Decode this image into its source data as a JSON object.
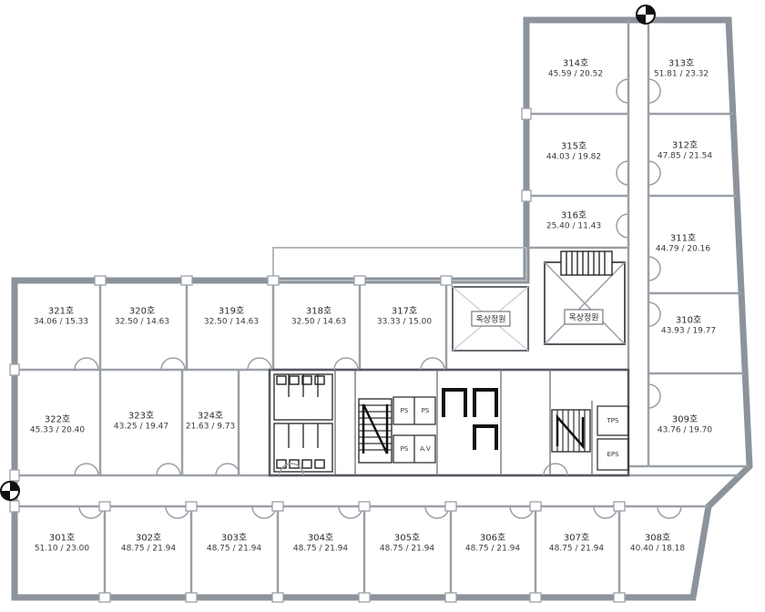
{
  "rooms": [
    {
      "name": "301호",
      "area": "51.10 / 23.00"
    },
    {
      "name": "302호",
      "area": "48.75 / 21.94"
    },
    {
      "name": "303호",
      "area": "48.75 / 21.94"
    },
    {
      "name": "304호",
      "area": "48.75 / 21.94"
    },
    {
      "name": "305호",
      "area": "48.75 / 21.94"
    },
    {
      "name": "306호",
      "area": "48.75 / 21.94"
    },
    {
      "name": "307호",
      "area": "48.75 / 21.94"
    },
    {
      "name": "308호",
      "area": "40.40 / 18.18"
    },
    {
      "name": "309호",
      "area": "43.76 / 19.70"
    },
    {
      "name": "310호",
      "area": "43.93 / 19.77"
    },
    {
      "name": "311호",
      "area": "44.79 / 20.16"
    },
    {
      "name": "312호",
      "area": "47.85 / 21.54"
    },
    {
      "name": "313호",
      "area": "51.81 / 23.32"
    },
    {
      "name": "314호",
      "area": "45.59 / 20.52"
    },
    {
      "name": "315호",
      "area": "44.03 / 19.82"
    },
    {
      "name": "316호",
      "area": "25.40 / 11.43"
    },
    {
      "name": "317호",
      "area": "33.33 / 15.00"
    },
    {
      "name": "318호",
      "area": "32.50 / 14.63"
    },
    {
      "name": "319호",
      "area": "32.50 / 14.63"
    },
    {
      "name": "320호",
      "area": "32.50 / 14.63"
    },
    {
      "name": "321호",
      "area": "34.06 / 15.33"
    },
    {
      "name": "322호",
      "area": "45.33 / 20.40"
    },
    {
      "name": "323호",
      "area": "43.25 / 19.47"
    },
    {
      "name": "324호",
      "area": "21.63 / 9.73"
    }
  ],
  "areas": {
    "roof_garden_1": "옥상정원",
    "roof_garden_2": "옥상정원"
  },
  "core_labels": [
    "PS",
    "PS",
    "PS",
    "A.V",
    "TPS",
    "EPS"
  ],
  "icons": {
    "top_marker": "section-marker",
    "left_marker": "section-marker"
  },
  "colors": {
    "wall": "#8d939b",
    "wall_light": "#9aa0a7",
    "core_wall": "#55595f",
    "text": "#2b2b2b",
    "black": "#111111"
  }
}
